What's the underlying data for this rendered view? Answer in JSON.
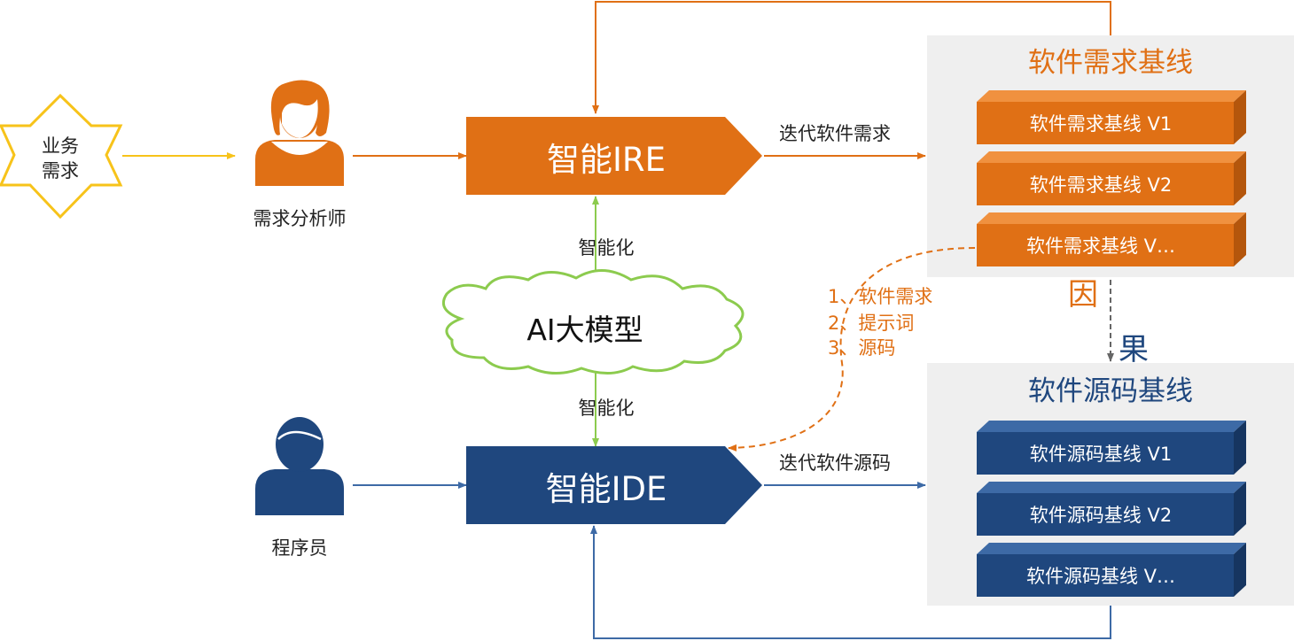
{
  "colors": {
    "orange": "#E07015",
    "orange_light": "#F0913F",
    "orange_dark": "#B4560C",
    "blue": "#1F477E",
    "blue_light": "#3D6AA6",
    "blue_dark": "#163560",
    "green": "#8CCB4E",
    "yellow": "#F7C31A",
    "panel": "#EFEFEF",
    "gray_arrow": "#666666"
  },
  "business": {
    "line1": "业务",
    "line2": "需求"
  },
  "analyst": {
    "label": "需求分析师",
    "icon": "analyst-person-icon"
  },
  "programmer": {
    "label": "程序员",
    "icon": "programmer-person-icon"
  },
  "ire": {
    "label": "智能IRE"
  },
  "ide": {
    "label": "智能IDE"
  },
  "ai": {
    "label": "AI大模型",
    "icon": "cloud-icon"
  },
  "smart_top": "智能化",
  "smart_bottom": "智能化",
  "iterate_req": "迭代软件需求",
  "iterate_src": "迭代软件源码",
  "inputs": {
    "item1": "1、软件需求",
    "item2": "2、提示词",
    "item3": "3、源码"
  },
  "cause": "因",
  "effect": "果",
  "req_baseline": {
    "title": "软件需求基线",
    "items": [
      "软件需求基线 V1",
      "软件需求基线 V2",
      "软件需求基线 V…"
    ]
  },
  "src_baseline": {
    "title": "软件源码基线",
    "items": [
      "软件源码基线 V1",
      "软件源码基线 V2",
      "软件源码基线 V…"
    ]
  }
}
